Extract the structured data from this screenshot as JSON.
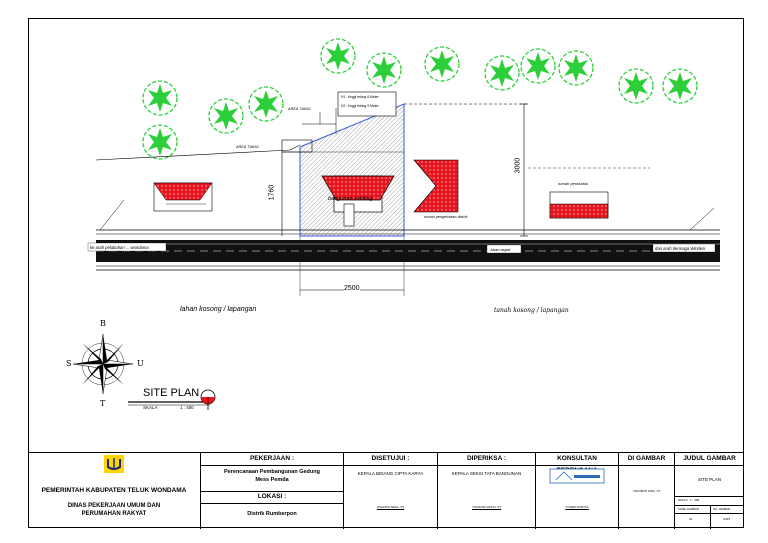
{
  "plan": {
    "legend_line1": "H1 : tinggi teking 6 Meter",
    "legend_line2": "H2 : tinggi teking 9 Meter",
    "area_tiang": "AREA TIANG",
    "area_tiang2": "AREA TIANG",
    "dim_1760": "1760",
    "dim_3000": "3000",
    "dim_2500": "2500",
    "bangunan_existing": "bangunan existing",
    "rumah_pengelolaan": "rumah pengelolaan distrik",
    "rumah_penduduk": "rumah penduduk",
    "road_left": "ke arah pelabuhan ... wondama",
    "road_mid": "Jalan aspal",
    "road_right": "dari arah dermaga Windesi",
    "lahan_kosong": "lahan kosong / lapangan",
    "tanah_kosong": "tanah kosong / lapangan",
    "title": "SITE PLAN",
    "scale_label": "SKALA",
    "scale_value": "1 : 400",
    "compass_n": "B",
    "compass_s": "T",
    "compass_w": "S",
    "compass_e": "U"
  },
  "titleblock": {
    "org1": "PEMERINTAH KABUPATEN TELUK WONDAMA",
    "org2": "DINAS PEKERJAAN UMUM DAN",
    "org3": "PERUMAHAN RAKYAT",
    "pekerjaan_h": "PEKERJAAN :",
    "pekerjaan_v1": "Perencanaan Pembangunan Gedung",
    "pekerjaan_v2": "Mess Pemda",
    "lokasi_h": "LOKASI :",
    "lokasi_v": "Distrik Rumberpon",
    "disetujui_h": "DISETUJUI :",
    "disetujui_v": "KEPALA BIDANG CIPTA KARYA",
    "disetujui_name": "JOHANIS SEKA, ST",
    "diperiksa_h": "DIPERIKSA :",
    "diperiksa_v": "KEPALA SEKSI TATA BANGUNAN",
    "diperiksa_name": "YOHANIS MAKAI, ST",
    "konsultan_h": "KONSULTAN PERENCANA",
    "konsultan_name": "YOSEFUS BOKA",
    "digambar_h": "DI GAMBAR",
    "digambar_name": "YAKOBUS KIRA, ST",
    "judul_h": "JUDUL GAMBAR",
    "judul_v": "SITE PLAN",
    "skala": "SKALA : 1 : 400",
    "kode": "KODE GAMBAR",
    "lembar": "NO. LEMBAR",
    "kode_v": "01",
    "lembar_v": "A/8/3"
  },
  "colors": {
    "roof_red": "#e8141e",
    "tree_green": "#2ccf3a",
    "site_blue": "#3a5ad8"
  }
}
